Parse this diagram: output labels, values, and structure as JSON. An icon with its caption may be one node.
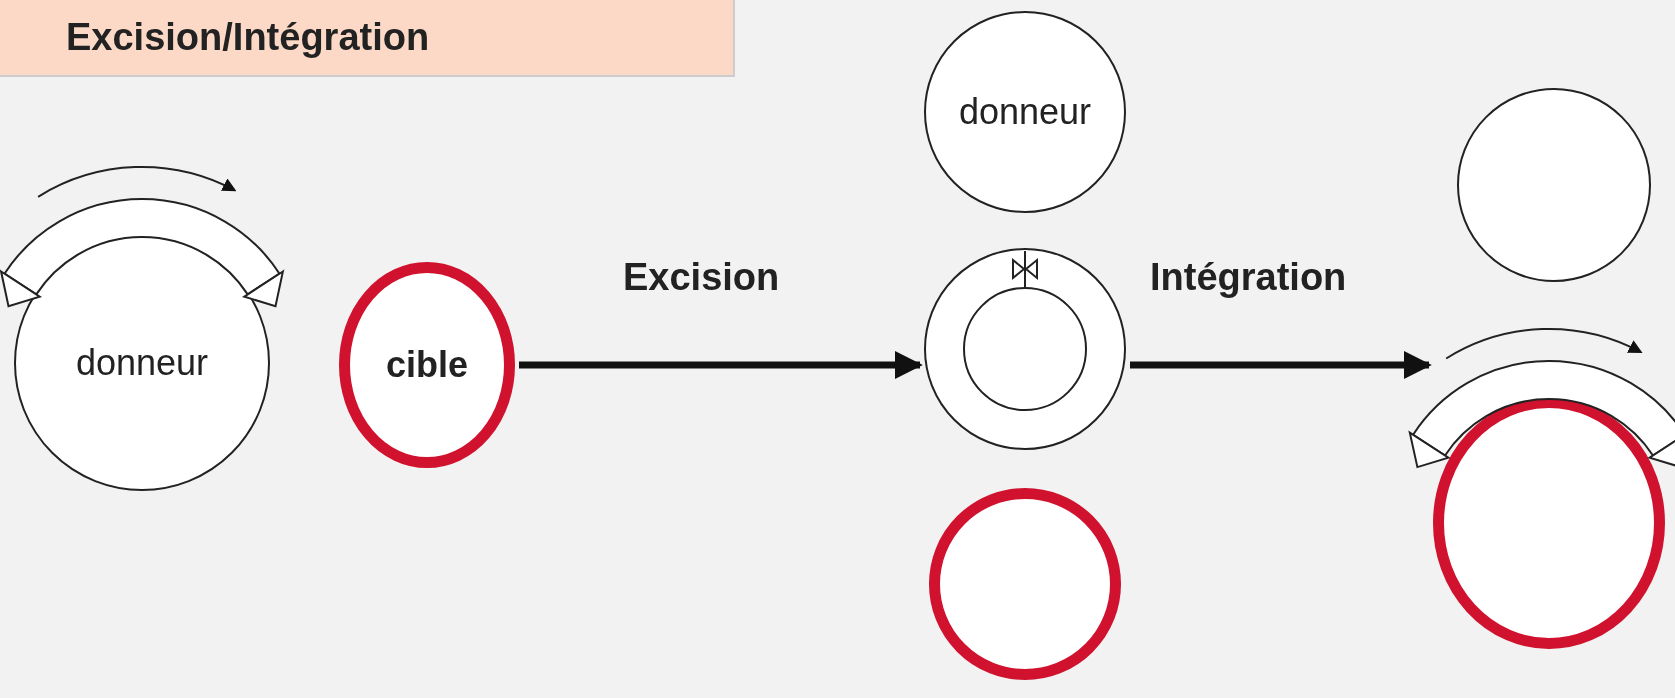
{
  "diagram": {
    "title": "Excision/Intégration",
    "nodes": [
      {
        "text": [
          "donneur"
        ]
      },
      {
        "text": [
          "cible"
        ]
      },
      {
        "text": [
          "donneur"
        ]
      },
      {
        "text": [],
        "shape": "circle"
      },
      {
        "text": [],
        "shape": "circle"
      },
      {
        "text": [],
        "shape": "circle"
      },
      {
        "text": [],
        "shape": "circle"
      }
    ],
    "edges": [
      {
        "from": 1,
        "to": 3,
        "arrow": "to",
        "label": "Excision"
      },
      {
        "from": 3,
        "to": 6,
        "arrow": "to",
        "label": "Intégration"
      }
    ]
  }
}
